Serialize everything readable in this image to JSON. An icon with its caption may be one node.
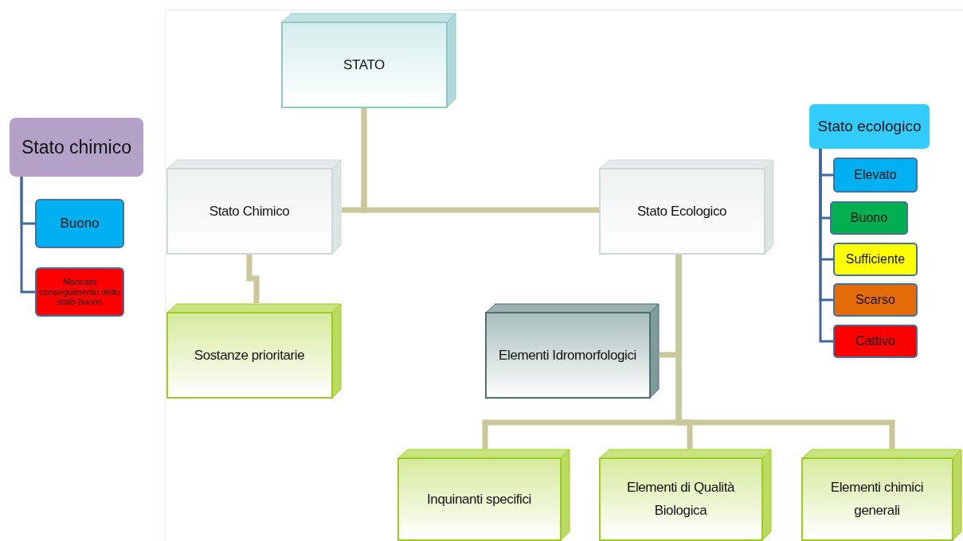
{
  "diagram": {
    "nodes": [
      {
        "text": [
          "Stato chimico"
        ]
      },
      {
        "text": [
          "Buono"
        ]
      },
      {
        "text": [
          "Mancato conseguimento dello stato buono"
        ]
      },
      {
        "text": [
          "STATO"
        ]
      },
      {
        "text": [
          "Stato Chimico"
        ]
      },
      {
        "text": [
          "Stato Ecologico"
        ]
      },
      {
        "text": [
          "Sostanze prioritarie"
        ]
      },
      {
        "text": [
          "Elementi Idromorfologici"
        ]
      },
      {
        "text": [
          "Inquinanti specifici"
        ]
      },
      {
        "text": [
          "Elementi di Qualità Biologica"
        ]
      },
      {
        "text": [
          "Elementi chimici generali"
        ]
      },
      {
        "text": [
          "Stato ecologico"
        ]
      },
      {
        "text": [
          "Elevato"
        ]
      },
      {
        "text": [
          "Buono"
        ]
      },
      {
        "text": [
          "Sufficiente"
        ]
      },
      {
        "text": [
          "Scarso"
        ]
      },
      {
        "text": [
          "Cattivo"
        ]
      }
    ],
    "edges": [
      {
        "from": 0,
        "to": 1,
        "arrow": "none",
        "color": "#41689c"
      },
      {
        "from": 0,
        "to": 2,
        "arrow": "none",
        "color": "#41689c"
      },
      {
        "from": 3,
        "to": 4,
        "arrow": "none",
        "style": "thick",
        "color": "#c8c89a"
      },
      {
        "from": 3,
        "to": 5,
        "arrow": "none",
        "style": "thick",
        "color": "#c8c89a"
      },
      {
        "from": 4,
        "to": 6,
        "arrow": "none",
        "style": "thick",
        "color": "#c8c89a"
      },
      {
        "from": 5,
        "to": 7,
        "arrow": "none",
        "style": "thick",
        "color": "#c8c89a"
      },
      {
        "from": 5,
        "to": 8,
        "arrow": "none",
        "style": "thick",
        "color": "#c8c89a"
      },
      {
        "from": 5,
        "to": 9,
        "arrow": "none",
        "style": "thick",
        "color": "#c8c89a"
      },
      {
        "from": 5,
        "to": 10,
        "arrow": "none",
        "style": "thick",
        "color": "#c8c89a"
      },
      {
        "from": 11,
        "to": 12,
        "arrow": "none",
        "color": "#41689c"
      },
      {
        "from": 11,
        "to": 13,
        "arrow": "none",
        "color": "#41689c"
      },
      {
        "from": 11,
        "to": 14,
        "arrow": "none",
        "color": "#41689c"
      },
      {
        "from": 11,
        "to": 15,
        "arrow": "none",
        "color": "#41689c"
      },
      {
        "from": 11,
        "to": 16,
        "arrow": "none",
        "color": "#41689c"
      }
    ]
  }
}
